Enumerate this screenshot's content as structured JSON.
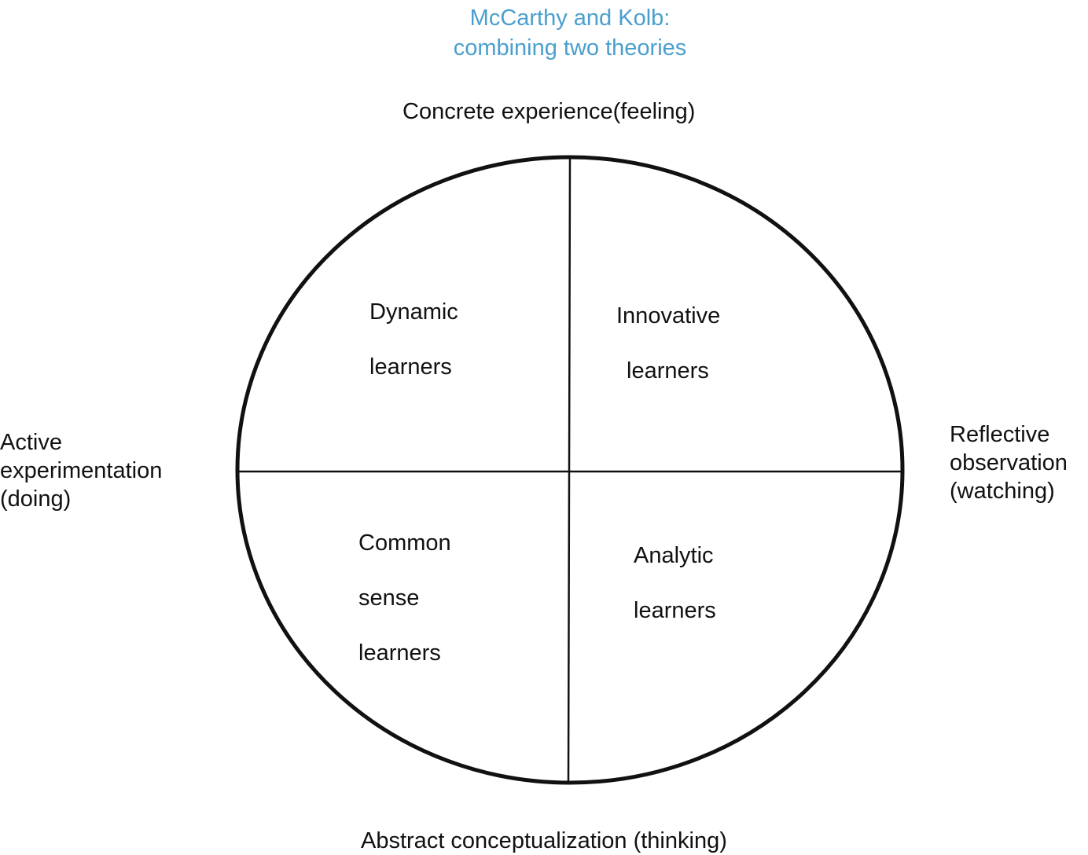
{
  "title": {
    "line1": "McCarthy and Kolb:",
    "line2": "combining two theories",
    "color": "#4a9fce"
  },
  "axes": {
    "top": "Concrete experience(feeling)",
    "bottom": "Abstract conceptualization (thinking)",
    "left": [
      "Active",
      "experimentation",
      "(doing)"
    ],
    "right": [
      "Reflective",
      "observation",
      "(watching)"
    ]
  },
  "quadrants": {
    "top_left": [
      "Dynamic",
      "learners"
    ],
    "top_right": [
      "Innovative",
      "learners"
    ],
    "bottom_left": [
      "Common",
      "sense",
      "learners"
    ],
    "bottom_right": [
      "Analytic",
      "learners"
    ]
  }
}
